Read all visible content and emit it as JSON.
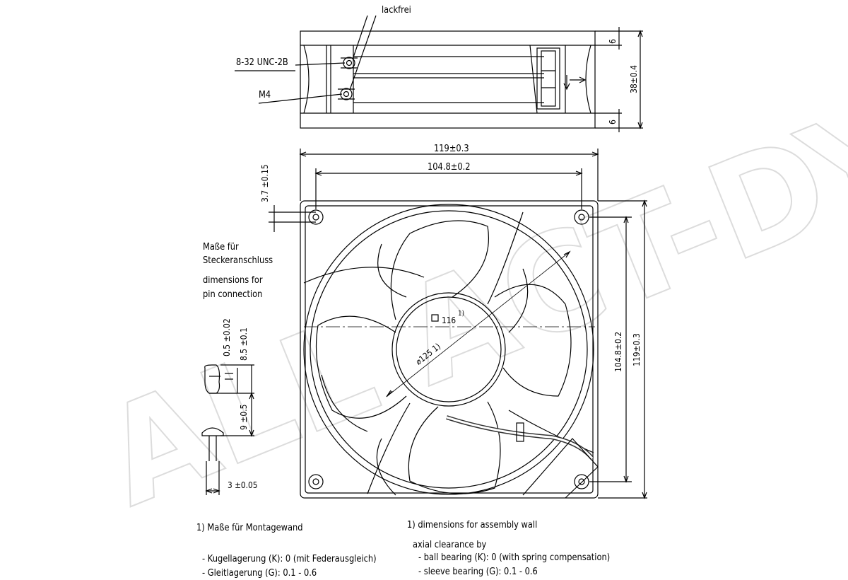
{
  "top_view": {
    "lackfrei": "lackfrei",
    "thread_unc": "8-32 UNC-2B",
    "thread_m4": "M4",
    "dim_6_top": "6",
    "dim_6_bottom": "6",
    "dim_height": "38±0.4"
  },
  "front_view": {
    "dim_width_outer": "119±0.3",
    "dim_width_holes": "104.8±0.2",
    "dim_height_holes": "104.8±0.2",
    "dim_height_outer": "119±0.3",
    "dim_hole_offset": "3.7 ±0.15",
    "square_value": "116",
    "square_note": "1)",
    "diameter": "⌀125 1)"
  },
  "pin_connection": {
    "title_de_1": "Maße für",
    "title_de_2": "Steckeranschluss",
    "title_en_1": "dimensions for",
    "title_en_2": "pin connection",
    "dim_05": "0.5 ±0.02",
    "dim_85": "8.5 ±0.1",
    "dim_9": "9 ±0.5",
    "dim_3": "3 ±0.05"
  },
  "notes_de": {
    "footnote": "1) Maße für Montagewand",
    "line1": "- Kugellagerung (K): 0 (mit Federausgleich)",
    "line2": "- Gleitlagerung (G): 0.1 - 0.6"
  },
  "notes_en": {
    "footnote": "1) dimensions for assembly wall",
    "intro": "axial clearance by",
    "line1": "- ball bearing (K): 0 (with spring compensation)",
    "line2": "- sleeve bearing (G): 0.1 - 0.6"
  },
  "watermark": "ALL ACT-DY"
}
